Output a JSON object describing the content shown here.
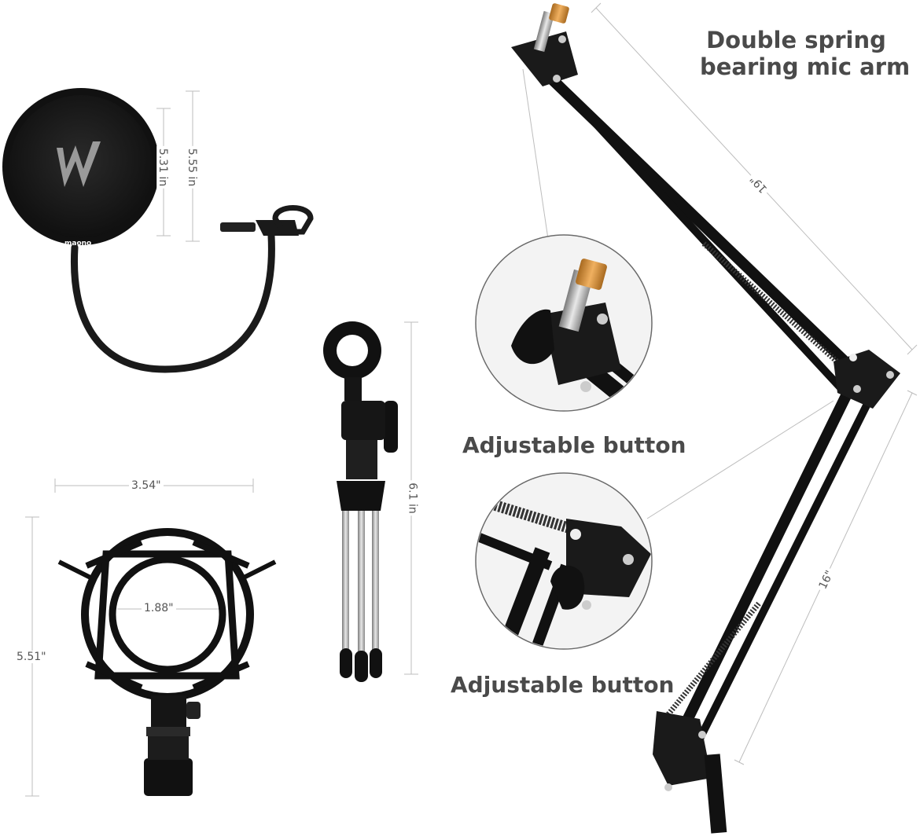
{
  "heading": {
    "line1": "Double spring",
    "line2": "bearing mic arm"
  },
  "pop_filter": {
    "brand": "maono",
    "outer_diameter": "5.55 in",
    "inner_diameter": "5.31 in"
  },
  "shock_mount": {
    "width": "3.54\"",
    "height": "5.51\"",
    "inner_diameter": "1.88\""
  },
  "tripod": {
    "height": "6.1 in"
  },
  "arm": {
    "upper_length": "19\"",
    "lower_length": "16\""
  },
  "callouts": {
    "top": "Adjustable button",
    "bottom": "Adjustable button"
  }
}
